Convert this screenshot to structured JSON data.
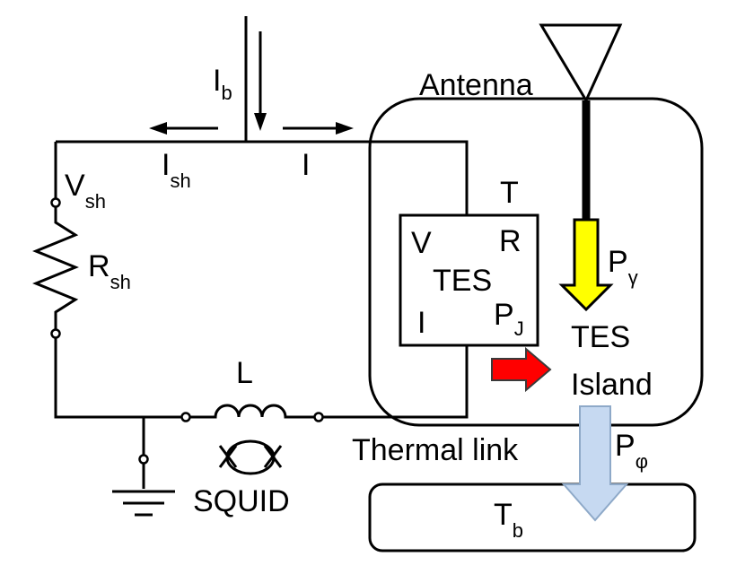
{
  "labels": {
    "bias_current": "I",
    "bias_current_sub": "b",
    "shunt_current": "I",
    "shunt_current_sub": "sh",
    "tes_current": "I",
    "shunt_voltage": "V",
    "shunt_voltage_sub": "sh",
    "shunt_resistor": "R",
    "shunt_resistor_sub": "sh",
    "inductor": "L",
    "squid": "SQUID",
    "antenna": "Antenna",
    "temperature": "T",
    "tes_box": {
      "voltage": "V",
      "resistance": "R",
      "name": "TES",
      "current": "I",
      "joule_power": "P",
      "joule_power_sub": "J"
    },
    "photon_power": "P",
    "photon_power_sub": "γ",
    "island_line1": "TES",
    "island_line2": "Island",
    "thermal_link": "Thermal link",
    "phonon_power": "P",
    "phonon_power_sub": "φ",
    "bath_temperature": "T",
    "bath_temperature_sub": "b"
  },
  "colors": {
    "line": "#000000",
    "photon_arrow": "#ffff00",
    "joule_arrow": "#ff0000",
    "thermal_arrow": "#c6d9f1",
    "thermal_arrow_stroke": "#8ea9c8"
  }
}
